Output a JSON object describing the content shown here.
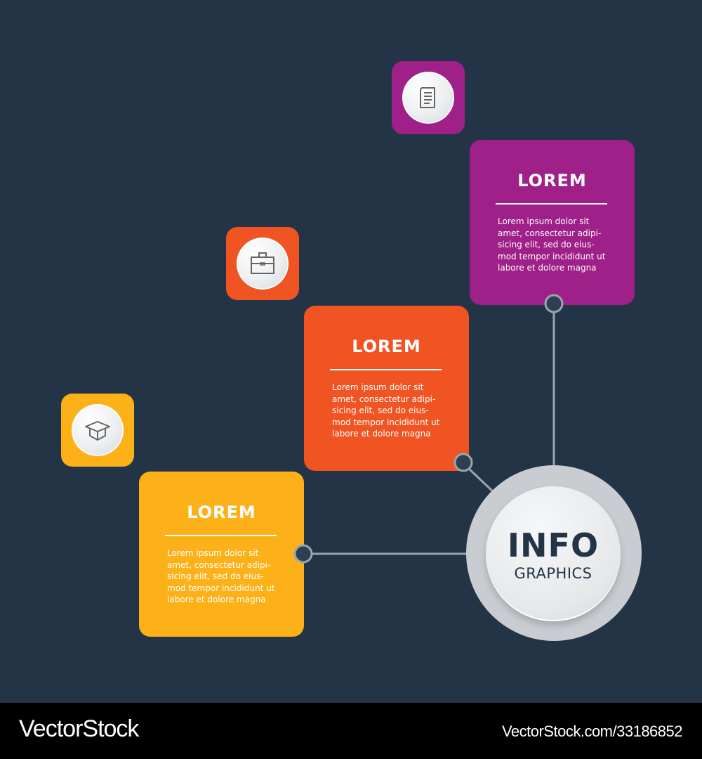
{
  "colors": {
    "background": "#243447",
    "purple": "#9e2088",
    "orange": "#f05423",
    "yellow": "#fdb118",
    "connector": "#9aa6ab",
    "hub_outer": "#c9cdd1",
    "hub_text": "#243447",
    "footer": "#000000"
  },
  "hub": {
    "title": "INFO",
    "subtitle": "GRAPHICS"
  },
  "steps": [
    {
      "color": "yellow",
      "icon": "graduation-cap-icon",
      "title": "LOREM",
      "body": [
        "Lorem ipsum dolor sit",
        "amet, consectetur adipi-",
        "sicing elit, sed do eius-",
        "mod tempor incididunt ut",
        "labore et dolore magna"
      ]
    },
    {
      "color": "orange",
      "icon": "briefcase-icon",
      "title": "LOREM",
      "body": [
        "Lorem ipsum dolor sit",
        "amet, consectetur adipi-",
        "sicing elit, sed do eius-",
        "mod tempor incididunt ut",
        "labore et dolore magna"
      ]
    },
    {
      "color": "purple",
      "icon": "document-icon",
      "title": "LOREM",
      "body": [
        "Lorem ipsum dolor sit",
        "amet, consectetur adipi-",
        "sicing elit, sed do eius-",
        "mod tempor incididunt ut",
        "labore et dolore magna"
      ]
    }
  ],
  "footer": {
    "brand": "VectorStock",
    "url": "VectorStock.com/33186852"
  }
}
